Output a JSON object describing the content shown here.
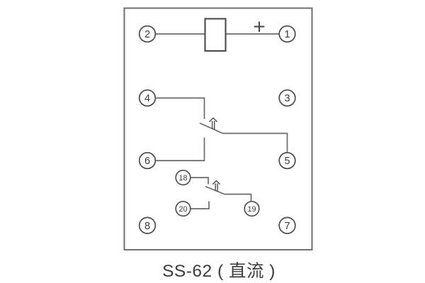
{
  "caption": "SS-62 ( 直流 )",
  "colors": {
    "background": "#ffffff",
    "wire": "#6b6b6b",
    "symbol": "#4a4a4a",
    "border": "#6f6f6f",
    "text": "#3c3c3c"
  },
  "diagram": {
    "polarity": "+",
    "terminals": {
      "t1": "1",
      "t2": "2",
      "t3": "3",
      "t4": "4",
      "t5": "5",
      "t6": "6",
      "t7": "7",
      "t8": "8",
      "t18": "18",
      "t19": "19",
      "t20": "20"
    }
  }
}
